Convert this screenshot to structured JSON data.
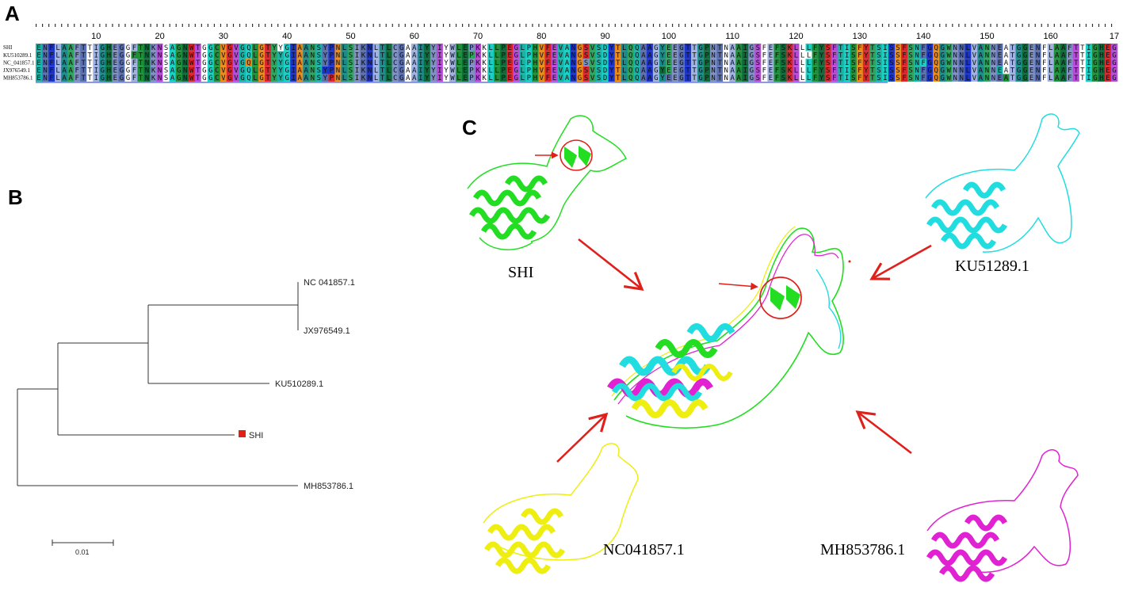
{
  "panels": {
    "a": "A",
    "b": "B",
    "c": "C"
  },
  "alignment": {
    "sequences": [
      "SHI",
      "KU510289.1",
      "NC_041857.1",
      "JX976549.1",
      "MH853786.1"
    ],
    "ruler_ticks": [
      "10",
      "20",
      "30",
      "40",
      "50",
      "60",
      "70",
      "80",
      "90",
      "100",
      "110",
      "120",
      "130",
      "140",
      "150",
      "160",
      "17"
    ],
    "colors": [
      "#16b3a6",
      "#17cfc4",
      "#1f8f3a",
      "#0d6b3a",
      "#7e8fc4",
      "#5a6fb0",
      "#1b33c8",
      "#e8891a",
      "#d9252b",
      "#b64ad6",
      "#ffffff",
      "#9fb2e3",
      "#1a8a8a",
      "#2ea35c"
    ],
    "residues": "ENFLAAFTTIGHEGGFTNKNSAGNWTGGCVGVGQLGTYYGIAANSYPNLSIKNLTLCGAAIYYIYWLEPKKLLPEGLPHVFEVANGSVSDYTLQQAAGYEEGTTGPNTNAAIGSFEFSKLLLFYSFTISFYTSISSFSNFGQGWNNLVANNEATGG"
  },
  "tree": {
    "leaves": [
      "NC 041857.1",
      "JX976549.1",
      "KU510289.1",
      "SHI",
      "MH853786.1"
    ],
    "marker_color": "#e0201b",
    "scale_label": "0.01"
  },
  "structures": {
    "labels": [
      "SHI",
      "KU51289.1",
      "NC041857.1",
      "MH853786.1"
    ],
    "colors": {
      "shi": "#22dd22",
      "ku": "#22dde0",
      "nc": "#eeee11",
      "mh": "#e022d2"
    },
    "arrow_color": "#e0201b"
  }
}
